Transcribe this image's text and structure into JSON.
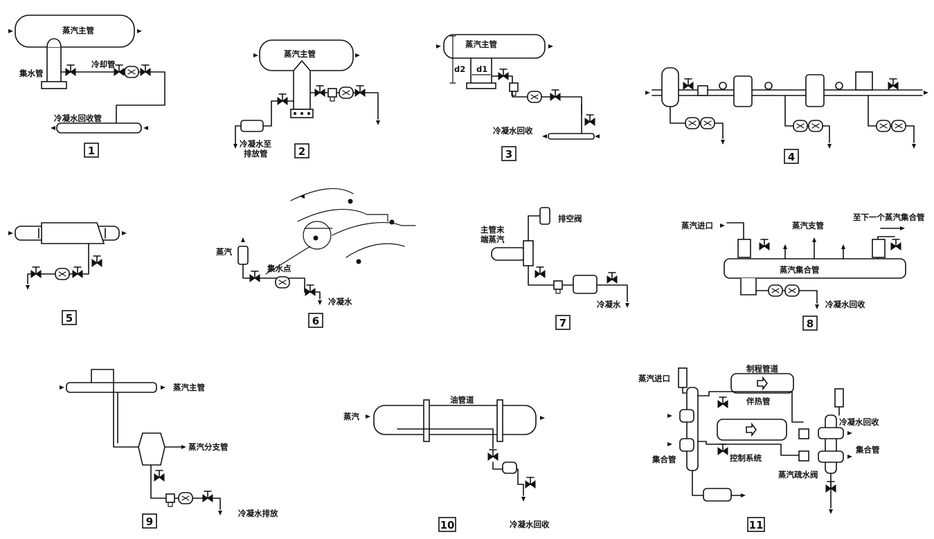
{
  "diagram_numbers": [
    "1",
    "2",
    "3",
    "4",
    "5",
    "6",
    "7",
    "8",
    "9",
    "10",
    "11"
  ],
  "d1": {
    "steam_main": "蒸汽主管",
    "drip_leg": "集水管",
    "cooling_pipe": "冷却管",
    "condensate_return": "冷凝水回收管"
  },
  "d2": {
    "steam_main": "蒸汽主管",
    "to_drain_line1": "冷凝水至",
    "to_drain_line2": "排放管"
  },
  "d3": {
    "steam_main": "蒸汽主管",
    "dim_d1": "d1",
    "dim_d2": "d2",
    "condensate_return": "冷凝水回收"
  },
  "d5": {},
  "d6": {
    "steam": "蒸汽",
    "collection_point": "集水点",
    "condensate": "冷凝水"
  },
  "d7": {
    "main_end_line1": "主管末",
    "main_end_line2": "端蒸汽",
    "air_vent": "排空阀",
    "condensate": "冷凝水"
  },
  "d8": {
    "steam_inlet": "蒸汽进口",
    "steam_branch": "蒸汽支管",
    "to_next_header": "至下一个蒸汽集合管",
    "steam_header": "蒸汽集合管",
    "condensate_return": "冷凝水回收"
  },
  "d9": {
    "steam_main": "蒸汽主管",
    "steam_branch": "蒸汽分支管",
    "condensate_drain": "冷凝水排放"
  },
  "d10": {
    "oil_pipeline": "油管道",
    "steam": "蒸汽",
    "condensate_return": "冷凝水回收"
  },
  "d11": {
    "steam_inlet": "蒸汽进口",
    "process_pipeline": "制程管道",
    "tracer_pipe": "伴热管",
    "condensate_return": "冷凝水回收",
    "header_left": "集合管",
    "control_system": "控制系统",
    "header_right": "集合管",
    "steam_trap_valve": "蒸汽疏水阀"
  }
}
